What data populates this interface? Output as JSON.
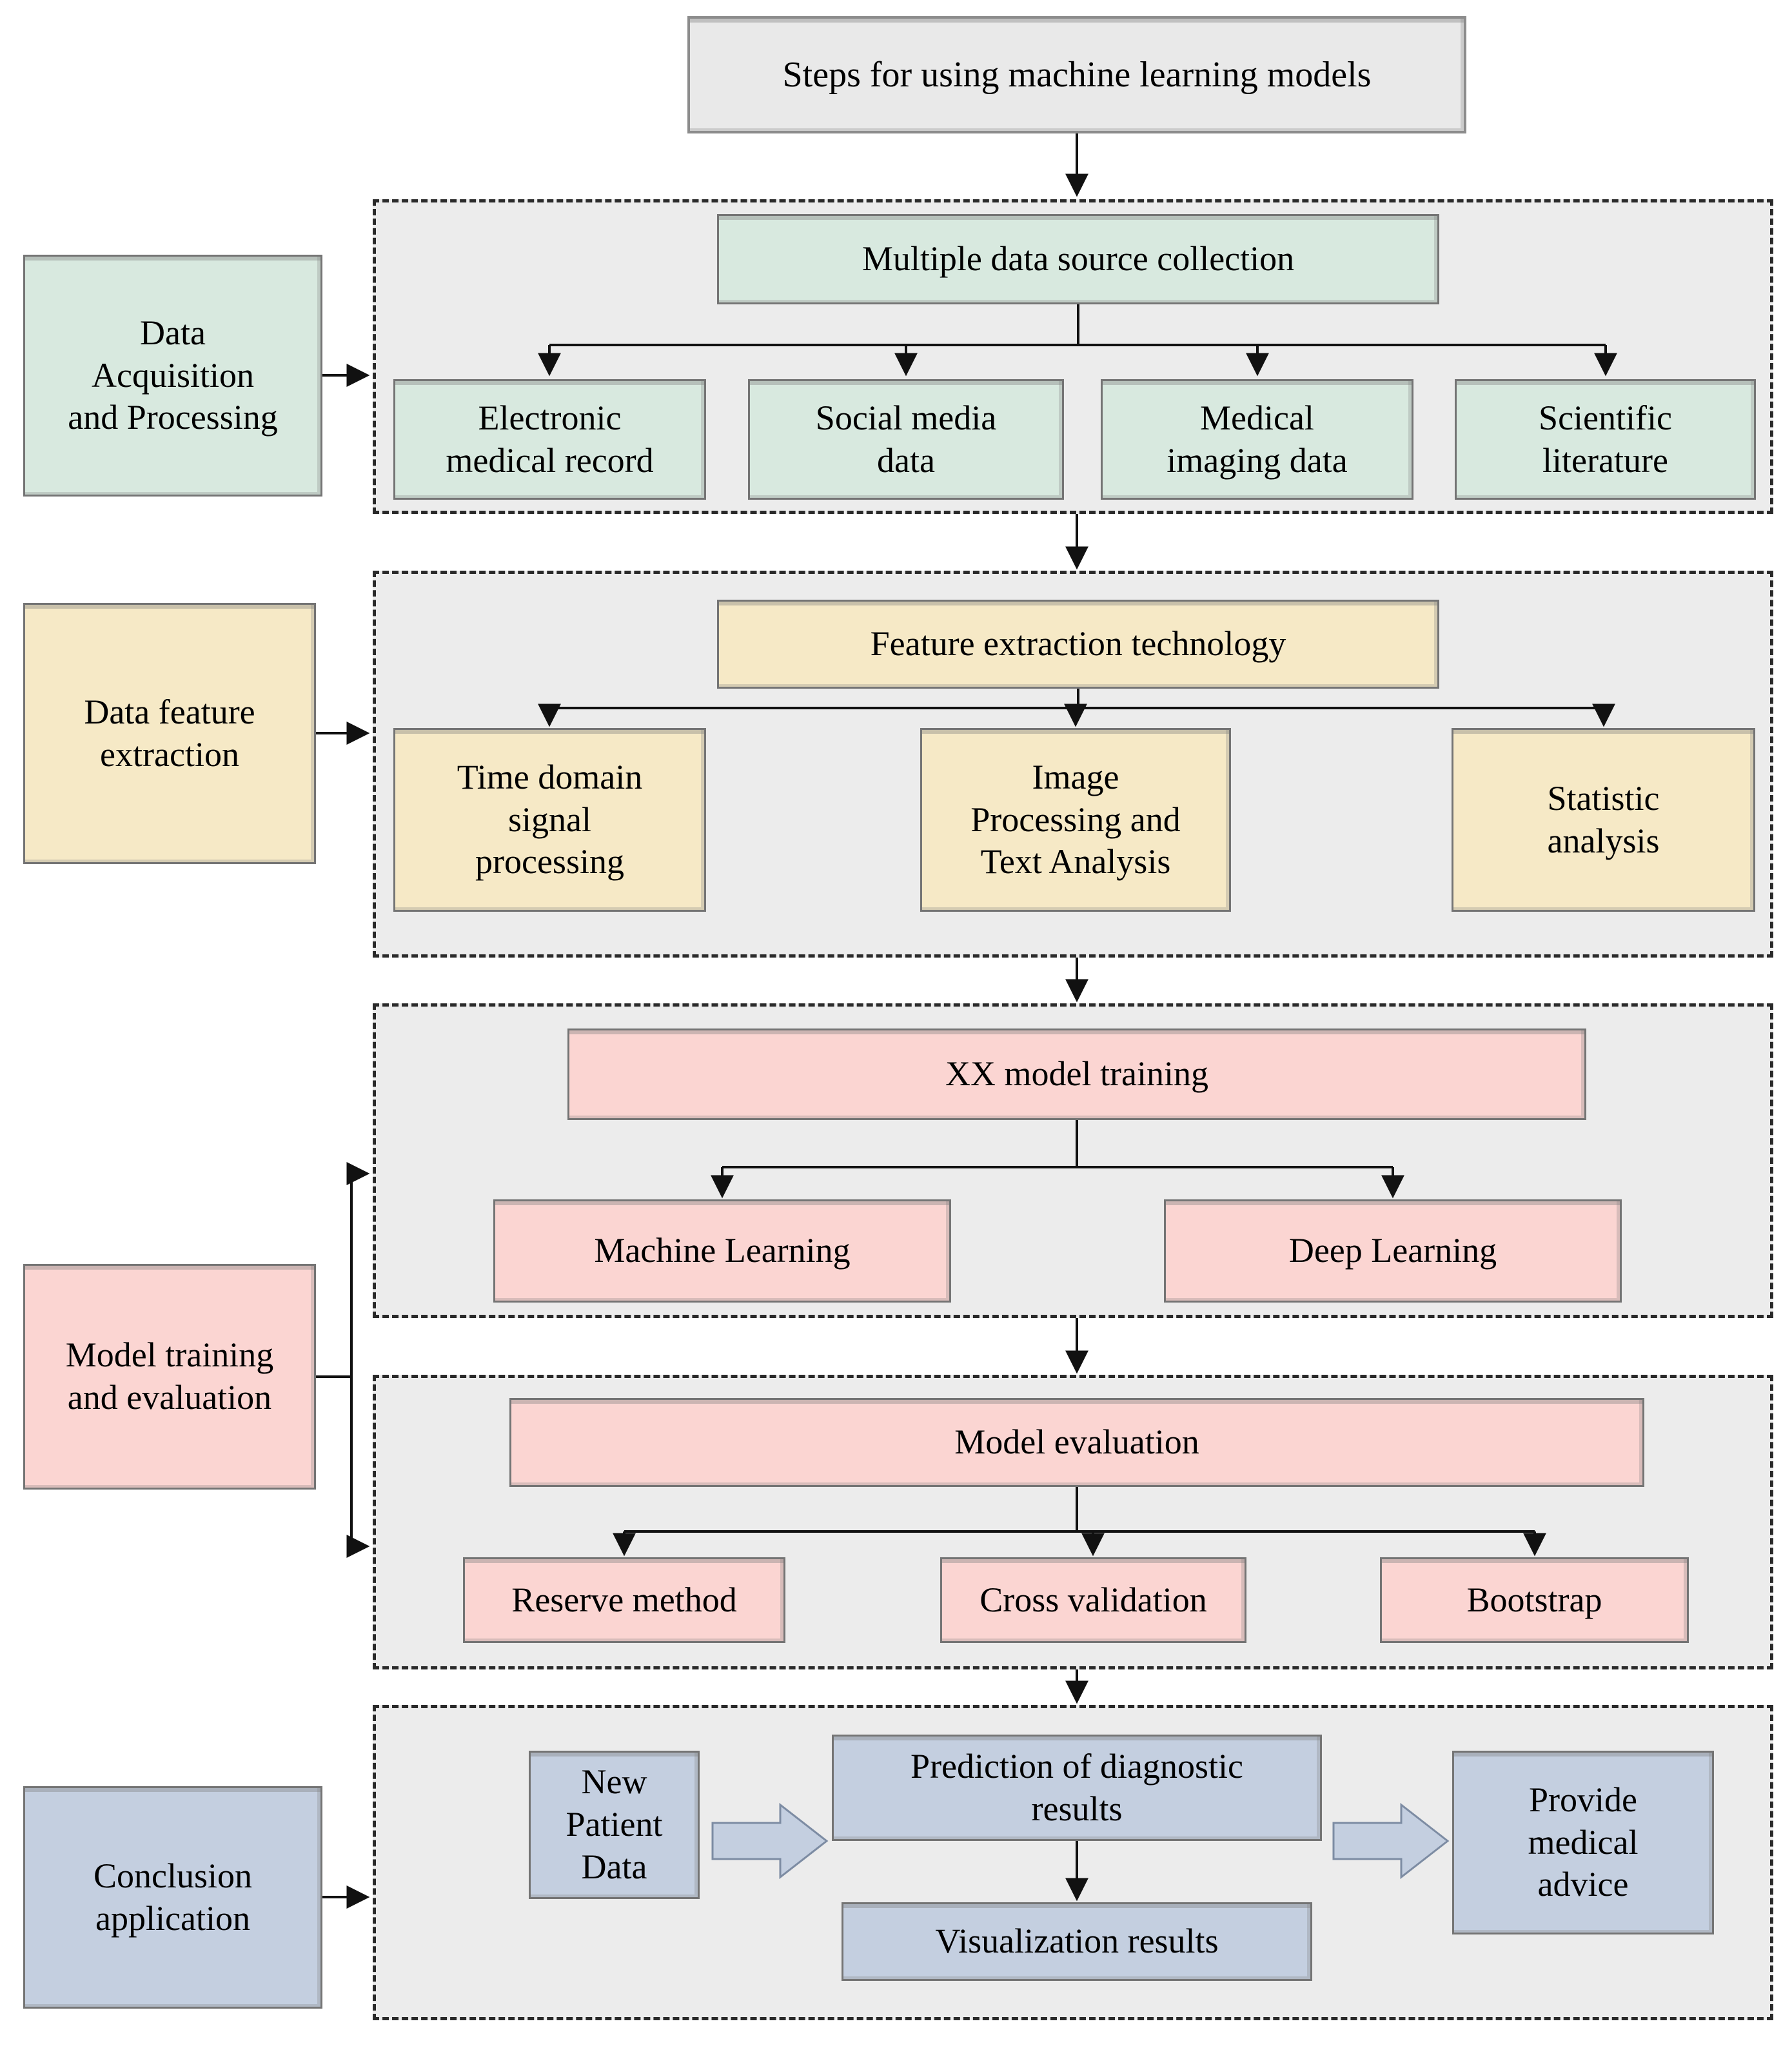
{
  "title": "Steps for using machine learning models",
  "colors": {
    "stage_green": "#d8e9df",
    "stage_yellow": "#f6e9c6",
    "stage_pink": "#fbd5d2",
    "stage_blue": "#c4cfe0",
    "panel_background": "#ececec",
    "title_background": "#e9e9e9",
    "connector": "#111111"
  },
  "stages": {
    "acquisition": {
      "label": "Data\nAcquisition\nand Processing",
      "header": "Multiple data source collection",
      "children": [
        "Electronic\nmedical record",
        "Social media\ndata",
        "Medical\nimaging data",
        "Scientific\nliterature"
      ]
    },
    "feature_extraction": {
      "label": "Data feature\nextraction",
      "header": "Feature extraction technology",
      "children": [
        "Time domain\nsignal\nprocessing",
        "Image\nProcessing and\nText Analysis",
        "Statistic\nanalysis"
      ]
    },
    "training": {
      "label": "Model training\nand evaluation",
      "header": "XX model training",
      "children": [
        "Machine Learning",
        "Deep Learning"
      ]
    },
    "evaluation": {
      "header": "Model evaluation",
      "children": [
        "Reserve method",
        "Cross validation",
        "Bootstrap"
      ]
    },
    "conclusion": {
      "label": "Conclusion\napplication",
      "nodes": {
        "new_patient": "New\nPatient\nData",
        "prediction": "Prediction of diagnostic\nresults",
        "visualization": "Visualization results",
        "advice": "Provide\nmedical\nadvice"
      }
    }
  }
}
